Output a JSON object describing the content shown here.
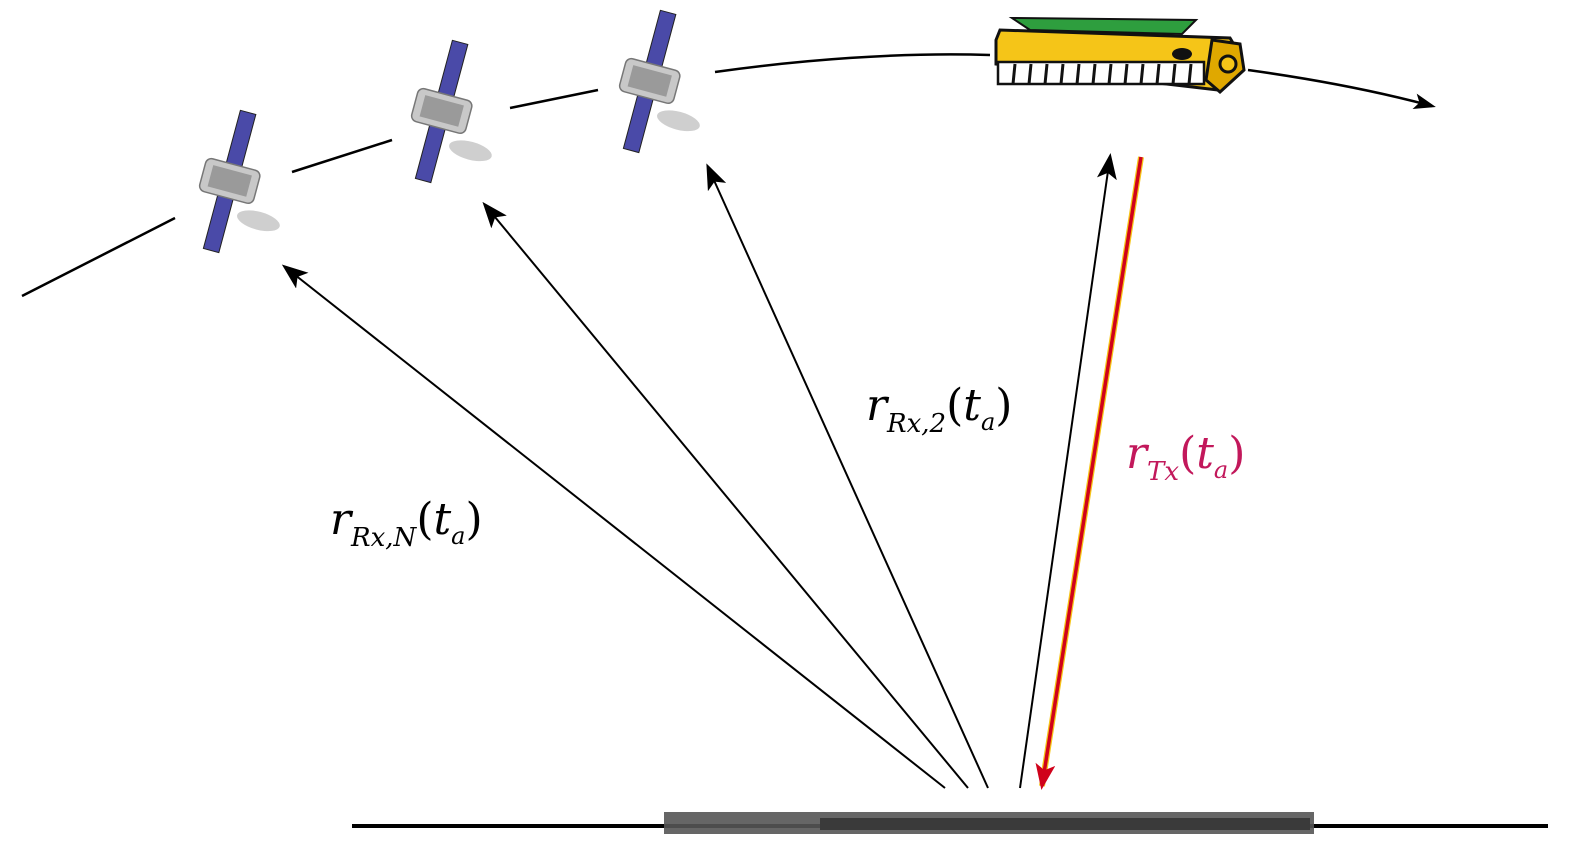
{
  "labels": {
    "rx_n": {
      "var": "r",
      "sub": "R",
      "subx": "x,N",
      "arg": "t",
      "argsub": "a"
    },
    "rx_2": {
      "var": "r",
      "sub": "R",
      "subx": "x,2",
      "arg": "t",
      "argsub": "a"
    },
    "tx": {
      "var": "r",
      "sub": "T",
      "subx": "x",
      "arg": "t",
      "argsub": "a"
    }
  },
  "colors": {
    "line": "#000000",
    "tx_vector": "#d0021b",
    "tx_label": "#c2185b",
    "transmitter_body": "#f5c518",
    "transmitter_panel": "#2e9e3e",
    "receiver_panel": "#4a4aa8",
    "receiver_body": "#c8c8c8",
    "ground_strip": "#555555"
  },
  "icons": [
    "receiver-satellite-icon",
    "transmitter-satellite-icon"
  ]
}
